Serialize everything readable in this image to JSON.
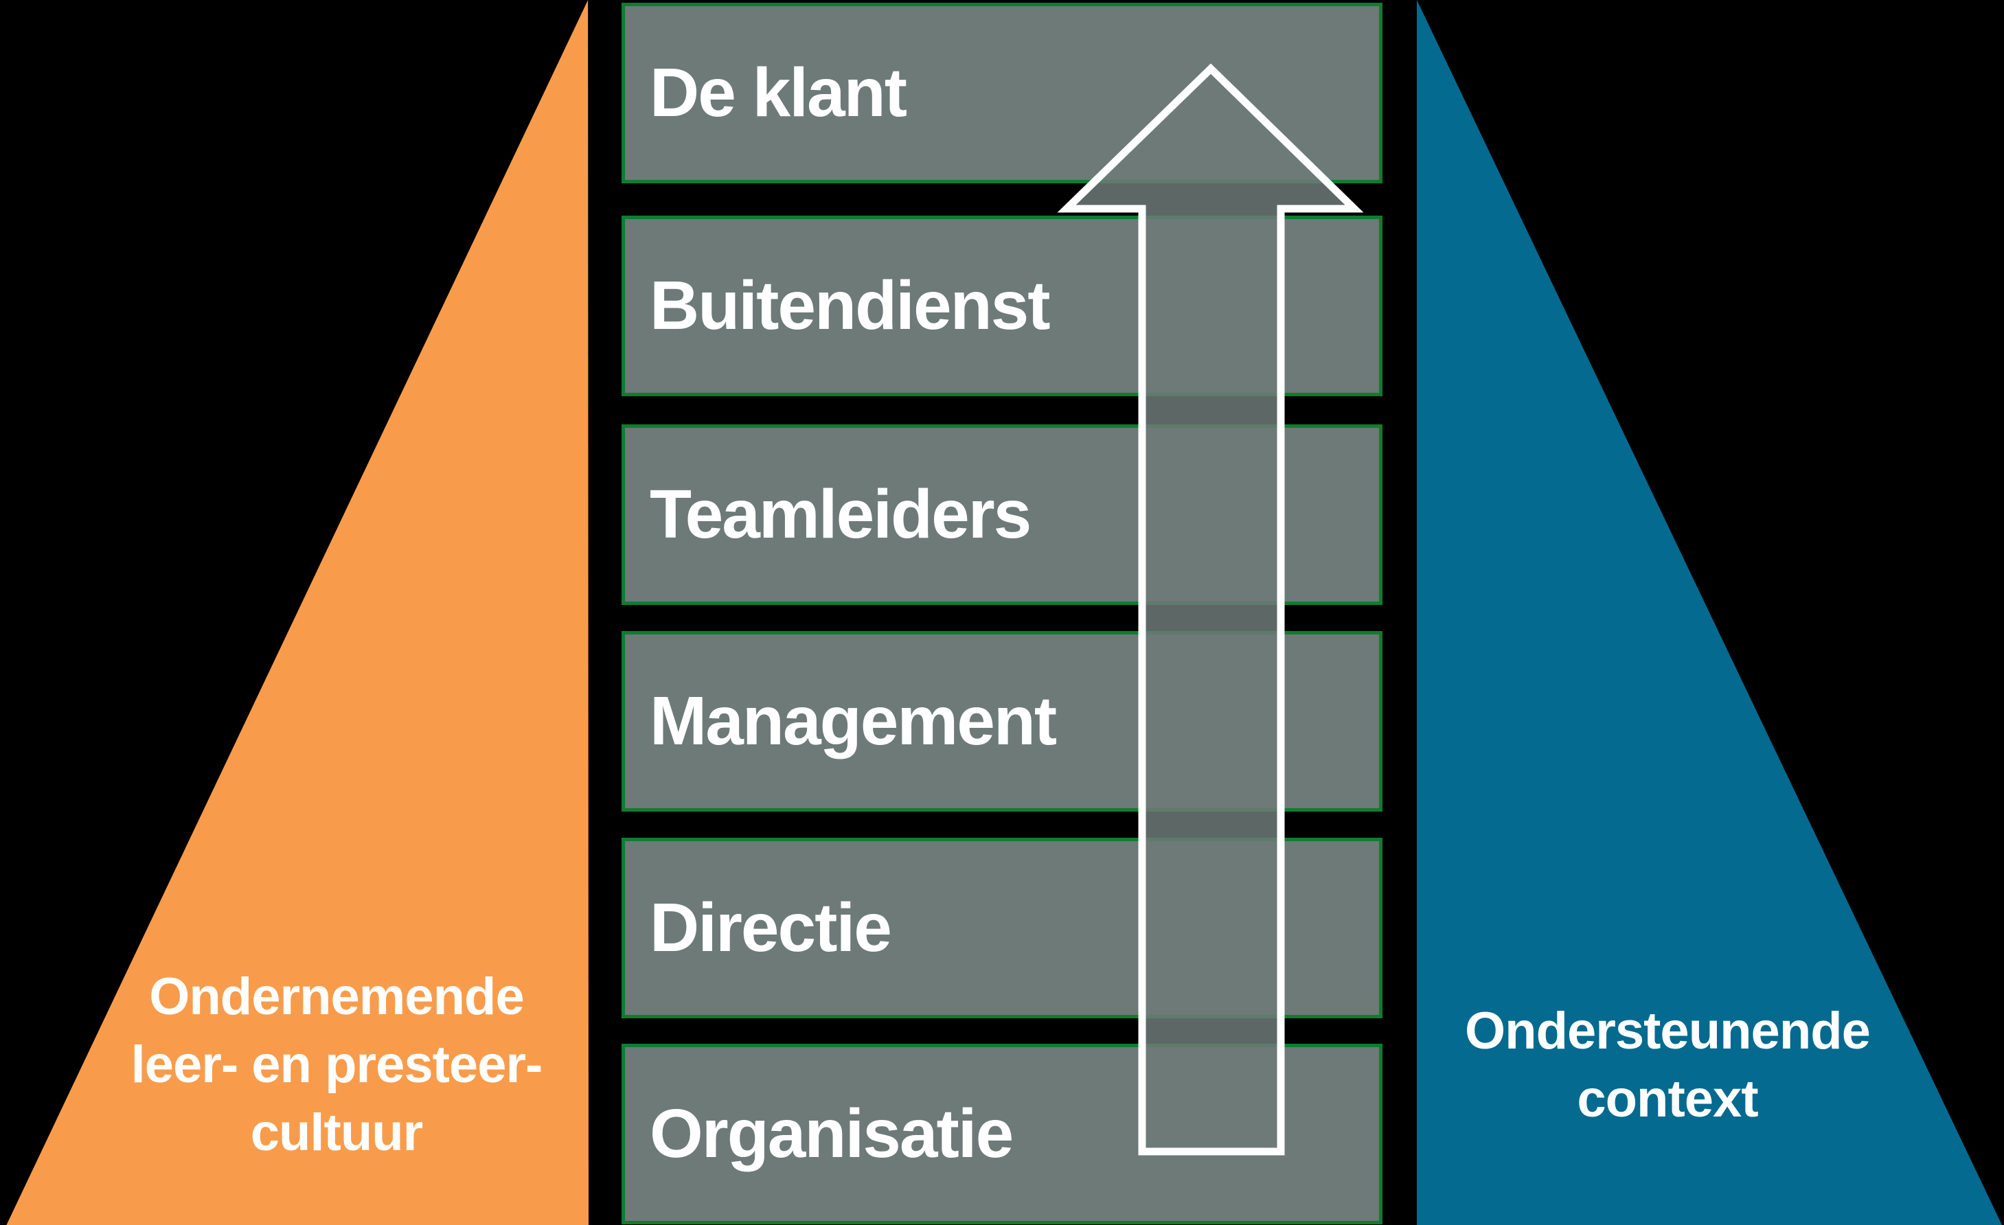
{
  "diagram": {
    "levels": [
      {
        "label": "De klant"
      },
      {
        "label": "Buitendienst"
      },
      {
        "label": "Teamleiders"
      },
      {
        "label": "Management"
      },
      {
        "label": "Directie"
      },
      {
        "label": "Organisatie"
      }
    ],
    "left_triangle": {
      "lines": [
        "Ondernemende",
        "leer- en presteer-",
        "cultuur"
      ]
    },
    "right_triangle": {
      "lines": [
        "Ondersteunende",
        "context"
      ]
    },
    "arrow": {
      "icon": "arrow-up-icon",
      "direction": "up"
    },
    "colors": {
      "background": "#000000",
      "level_fill": "#6D7A78",
      "level_border": "#0E7D2F",
      "left_triangle": "#F89C4B",
      "right_triangle": "#046A90",
      "arrow_stroke": "#FFFFFF",
      "text": "#FFFFFF"
    }
  }
}
